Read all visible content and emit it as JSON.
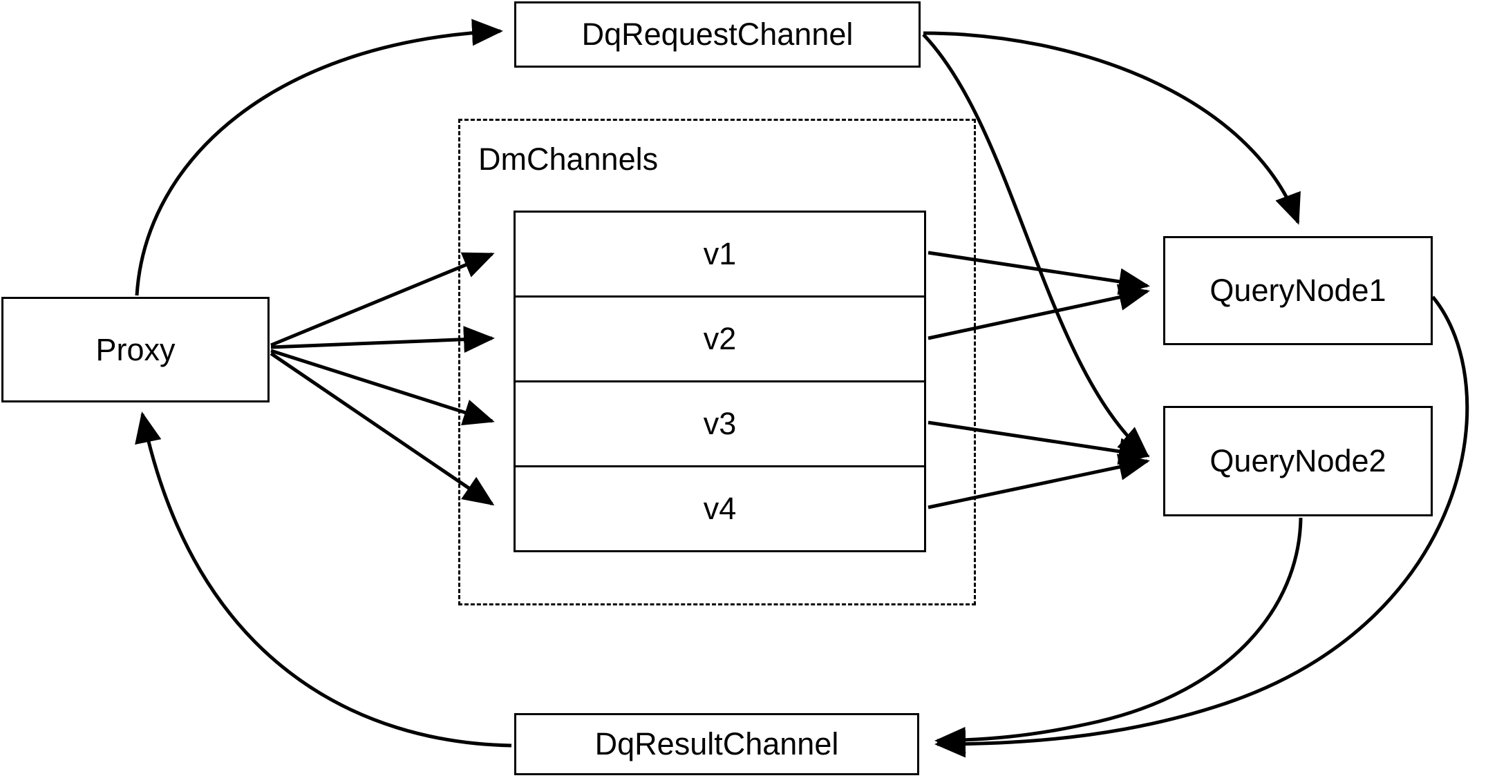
{
  "diagram": {
    "title": "Milvus distributed query channel topology",
    "background_color": "#ffffff",
    "stroke_color": "#000000"
  },
  "nodes": {
    "proxy": {
      "label": "Proxy"
    },
    "dq_request_channel": {
      "label": "DqRequestChannel"
    },
    "dq_result_channel": {
      "label": "DqResultChannel"
    },
    "query_node_1": {
      "label": "QueryNode1"
    },
    "query_node_2": {
      "label": "QueryNode2"
    }
  },
  "groups": {
    "dm_channels": {
      "label": "DmChannels",
      "rows": [
        {
          "label": "v1"
        },
        {
          "label": "v2"
        },
        {
          "label": "v3"
        },
        {
          "label": "v4"
        }
      ]
    }
  },
  "edges": [
    {
      "from": "proxy",
      "to": "dq_request_channel",
      "style": "curved",
      "arrow": "to"
    },
    {
      "from": "proxy",
      "to": "v1",
      "style": "straight",
      "arrow": "to"
    },
    {
      "from": "proxy",
      "to": "v2",
      "style": "straight",
      "arrow": "to"
    },
    {
      "from": "proxy",
      "to": "v3",
      "style": "straight",
      "arrow": "to"
    },
    {
      "from": "proxy",
      "to": "v4",
      "style": "straight",
      "arrow": "to"
    },
    {
      "from": "dq_request_channel",
      "to": "query_node_1",
      "style": "curved",
      "arrow": "to"
    },
    {
      "from": "dq_request_channel",
      "to": "query_node_2",
      "style": "curved",
      "arrow": "to"
    },
    {
      "from": "v1",
      "to": "query_node_1",
      "style": "straight",
      "arrow": "to"
    },
    {
      "from": "v2",
      "to": "query_node_1",
      "style": "straight",
      "arrow": "to"
    },
    {
      "from": "v3",
      "to": "query_node_2",
      "style": "straight",
      "arrow": "to"
    },
    {
      "from": "v4",
      "to": "query_node_2",
      "style": "straight",
      "arrow": "to"
    },
    {
      "from": "query_node_1",
      "to": "dq_result_channel",
      "style": "curved",
      "arrow": "to"
    },
    {
      "from": "query_node_2",
      "to": "dq_result_channel",
      "style": "curved",
      "arrow": "to"
    },
    {
      "from": "dq_result_channel",
      "to": "proxy",
      "style": "curved",
      "arrow": "to"
    }
  ]
}
